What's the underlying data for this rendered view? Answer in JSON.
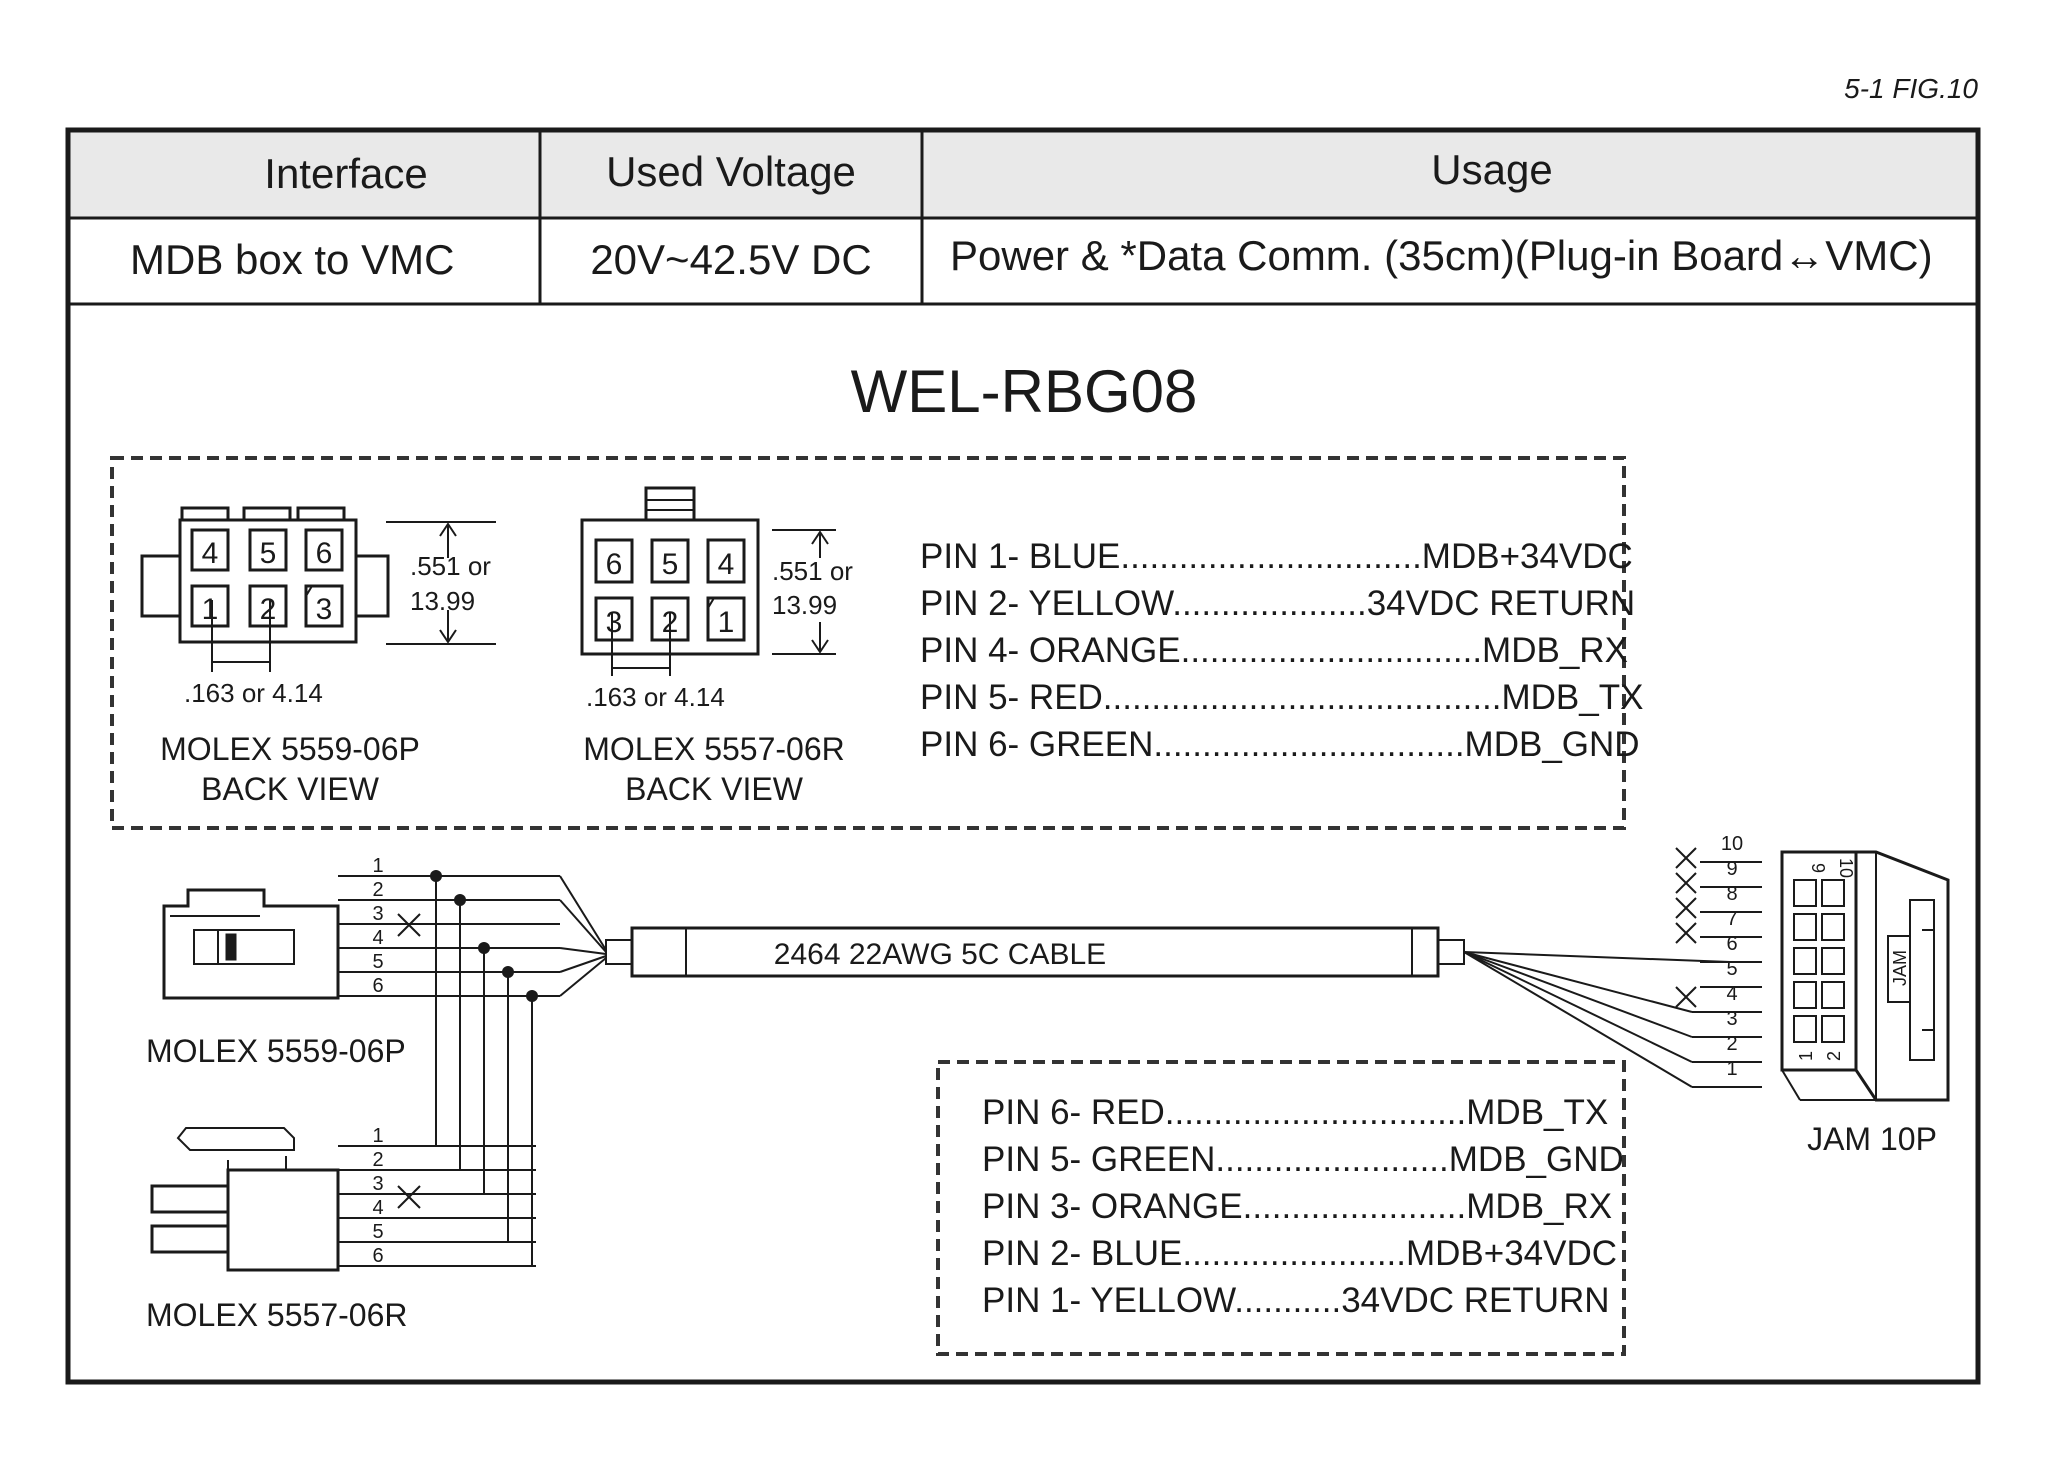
{
  "fig_ref": "5-1 FIG.10",
  "table": {
    "headers": [
      "Interface",
      "Used Voltage",
      "Usage"
    ],
    "row": [
      "MDB box to VMC",
      "20V~42.5V DC",
      "Power & *Data Comm. (35cm)(Plug-in Board↔VMC)"
    ]
  },
  "title": "WEL-RBG08",
  "connectors": {
    "left_view": {
      "pins_top": [
        "4",
        "5",
        "6"
      ],
      "pins_bottom": [
        "1",
        "2",
        "3"
      ],
      "height_dim": [
        ".551 or",
        "13.99"
      ],
      "pitch_dim": ".163 or 4.14",
      "label": [
        "MOLEX 5559-06P",
        "BACK VIEW"
      ]
    },
    "right_view": {
      "pins_top": [
        "6",
        "5",
        "4"
      ],
      "pins_bottom": [
        "3",
        "2",
        "1"
      ],
      "height_dim": [
        ".551 or",
        "13.99"
      ],
      "pitch_dim": ".163 or 4.14",
      "label": [
        "MOLEX 5557-06R",
        "BACK VIEW"
      ]
    }
  },
  "molex_pinout": [
    "PIN 1- BLUE...............................MDB+34VDC",
    "PIN 2- YELLOW....................34VDC RETURN",
    "PIN 4- ORANGE...............................MDB_RX",
    "PIN 5- RED.........................................MDB_TX",
    "PIN 6- GREEN................................MDB_GND"
  ],
  "cable_label": "2464  22AWG  5C  CABLE",
  "molex_pins": [
    "1",
    "2",
    "3",
    "4",
    "5",
    "6"
  ],
  "plug_a_label": "MOLEX 5559-06P",
  "plug_b_label": "MOLEX 5557-06R",
  "jam_pins": [
    "10",
    "9",
    "8",
    "7",
    "6",
    "5",
    "4",
    "3",
    "2",
    "1"
  ],
  "jam_face": {
    "top": "9",
    "top2": "10",
    "bottom": "1",
    "bottom2": "2",
    "side": "JAM"
  },
  "jam_label": "JAM 10P",
  "jam_pinout": [
    "PIN 6- RED...............................MDB_TX",
    "PIN 5- GREEN........................MDB_GND",
    "PIN 3- ORANGE.......................MDB_RX",
    "PIN 2- BLUE.......................MDB+34VDC",
    "PIN 1- YELLOW...........34VDC RETURN"
  ]
}
